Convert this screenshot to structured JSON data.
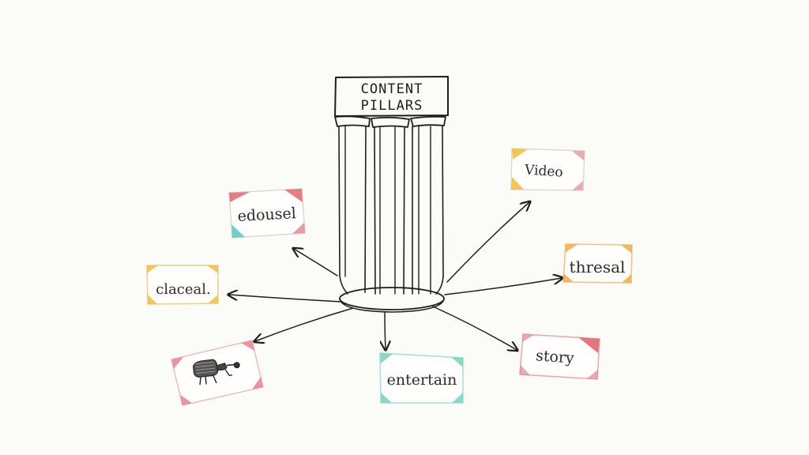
{
  "title": {
    "line1": "CONTENT",
    "line2": "PILLARS"
  },
  "cards": [
    {
      "id": "edousel",
      "label": "edousel",
      "accent": "#e0707a",
      "accent2": "#5fc9c2"
    },
    {
      "id": "video",
      "label": "Video",
      "accent": "#f2c14e",
      "accent2": "#e9a3a9"
    },
    {
      "id": "claceal",
      "label": "claceal.",
      "accent": "#f2c14e",
      "accent2": "#f2c14e"
    },
    {
      "id": "thresal",
      "label": "thresal",
      "accent": "#f0b050",
      "accent2": "#f0b050"
    },
    {
      "id": "icon-card",
      "label": "",
      "accent": "#e58a94",
      "accent2": "#e58a94",
      "icon": "camera-icon"
    },
    {
      "id": "entertain",
      "label": "entertain",
      "accent": "#7fd3c3",
      "accent2": "#7fd3c3"
    },
    {
      "id": "story",
      "label": "story",
      "accent": "#e0707a",
      "accent2": "#e0707a"
    }
  ],
  "colors": {
    "ink": "#1e1e1e",
    "paper": "#fbfbf8"
  }
}
